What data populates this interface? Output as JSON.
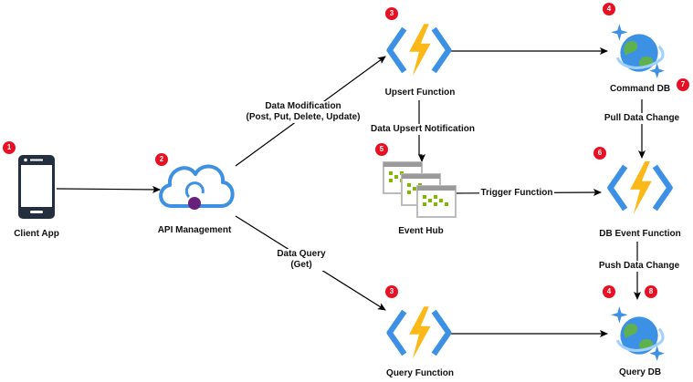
{
  "colors": {
    "badge": "#e81123",
    "function_bolt": "#fcb817",
    "function_brackets": "#3c91e5",
    "apim_cloud": "#3c91e5",
    "apim_dot": "#68217a",
    "cosmos_globe": "#3c91e5",
    "cosmos_land": "#5fb14f",
    "event_hub_green": "#7fba00",
    "client_app": "#232f3e"
  },
  "nodes": {
    "client_app": {
      "label": "Client App",
      "badge": "1",
      "icon": "mobile-phone-icon"
    },
    "api_management": {
      "label": "API Management",
      "badge": "2",
      "icon": "api-management-cloud-icon"
    },
    "upsert_function": {
      "label": "Upsert Function",
      "badge": "3",
      "icon": "azure-function-icon"
    },
    "query_function": {
      "label": "Query Function",
      "badge": "3",
      "icon": "azure-function-icon"
    },
    "command_db": {
      "label": "Command DB",
      "badge": "4",
      "badge_extra": "7",
      "icon": "cosmos-db-icon"
    },
    "query_db": {
      "label": "Query DB",
      "badge": "4",
      "badge_extra": "8",
      "icon": "cosmos-db-icon"
    },
    "event_hub": {
      "label": "Event Hub",
      "badge": "5",
      "icon": "event-hub-icon"
    },
    "db_event_function": {
      "label": "DB Event Function",
      "badge": "6",
      "icon": "azure-function-icon"
    }
  },
  "edges": {
    "data_modification": {
      "line1": "Data Modification",
      "line2": "(Post, Put, Delete, Update)"
    },
    "data_query": {
      "line1": "Data Query",
      "line2": "(Get)"
    },
    "data_upsert_notification": "Data Upsert Notification",
    "trigger_function": "Trigger Function",
    "pull_data_change": "Pull Data Change",
    "push_data_change": "Push Data Change"
  }
}
